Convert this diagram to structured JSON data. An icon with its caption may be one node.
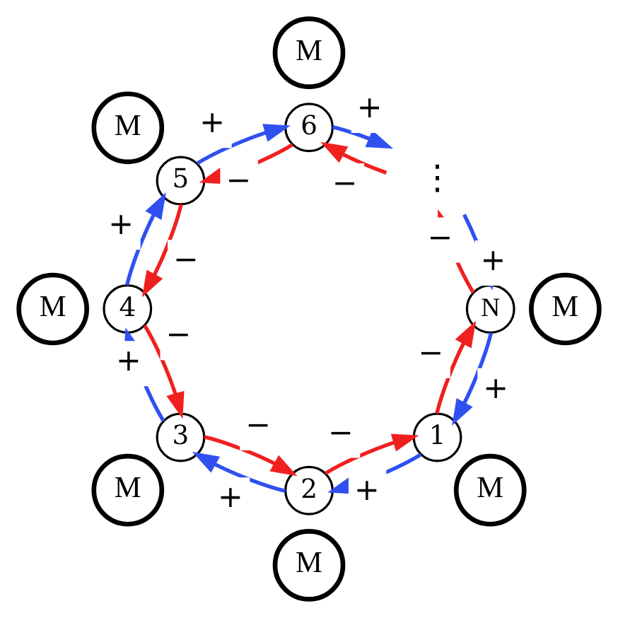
{
  "diagram": {
    "nodes": [
      {
        "text": [
          "1"
        ]
      },
      {
        "text": [
          "2"
        ]
      },
      {
        "text": [
          "3"
        ]
      },
      {
        "text": [
          "4"
        ]
      },
      {
        "text": [
          "5"
        ]
      },
      {
        "text": [
          "6"
        ]
      },
      {
        "text": [
          "N"
        ]
      },
      {
        "text": [
          "⋮"
        ]
      },
      {
        "text": [
          "M"
        ]
      },
      {
        "text": [
          "M"
        ]
      },
      {
        "text": [
          "M"
        ]
      },
      {
        "text": [
          "M"
        ]
      },
      {
        "text": [
          "M"
        ]
      },
      {
        "text": [
          "M"
        ]
      },
      {
        "text": [
          "M"
        ]
      }
    ],
    "edges": [
      {
        "from": 6,
        "to": 0,
        "arrow": "to",
        "label": "+",
        "color": "#3050f0"
      },
      {
        "from": 0,
        "to": 6,
        "arrow": "to",
        "label": "−",
        "color": "#f02020"
      },
      {
        "from": 0,
        "to": 1,
        "arrow": "to",
        "label": "+",
        "color": "#3050f0"
      },
      {
        "from": 1,
        "to": 0,
        "arrow": "to",
        "label": "−",
        "color": "#f02020"
      },
      {
        "from": 1,
        "to": 2,
        "arrow": "to",
        "label": "+",
        "color": "#3050f0"
      },
      {
        "from": 2,
        "to": 1,
        "arrow": "to",
        "label": "−",
        "color": "#f02020"
      },
      {
        "from": 2,
        "to": 3,
        "arrow": "to",
        "label": "+",
        "color": "#3050f0"
      },
      {
        "from": 3,
        "to": 2,
        "arrow": "to",
        "label": "−",
        "color": "#f02020"
      },
      {
        "from": 3,
        "to": 4,
        "arrow": "to",
        "label": "+",
        "color": "#3050f0"
      },
      {
        "from": 4,
        "to": 3,
        "arrow": "to",
        "label": "−",
        "color": "#f02020"
      },
      {
        "from": 4,
        "to": 5,
        "arrow": "to",
        "label": "+",
        "color": "#3050f0"
      },
      {
        "from": 5,
        "to": 4,
        "arrow": "to",
        "label": "−",
        "color": "#f02020"
      },
      {
        "from": 5,
        "to": 7,
        "arrow": "to",
        "label": "+",
        "color": "#3050f0"
      },
      {
        "from": 7,
        "to": 5,
        "arrow": "to",
        "label": "−",
        "color": "#f02020"
      },
      {
        "from": 7,
        "to": 6,
        "arrow": "to",
        "label": "+",
        "color": "#3050f0"
      },
      {
        "from": 6,
        "to": 7,
        "arrow": "to",
        "label": "−",
        "color": "#f02020"
      }
    ]
  }
}
